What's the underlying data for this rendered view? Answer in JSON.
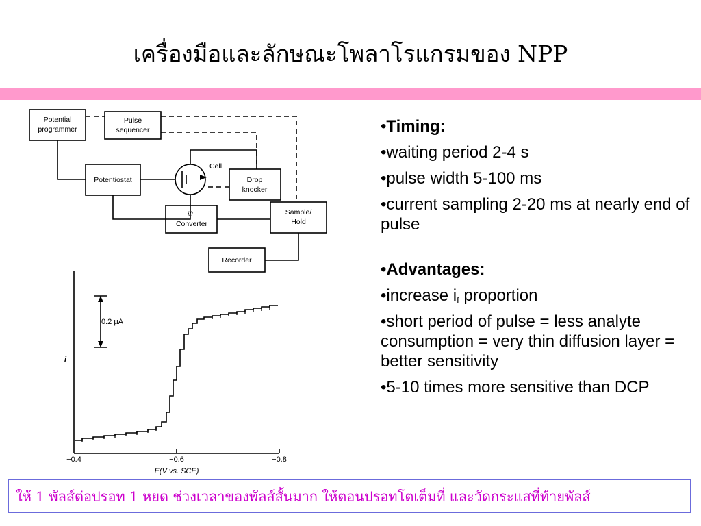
{
  "title": "เครื่องมือและลักษณะโพลาโรแกรมของ NPP",
  "diagram": {
    "potential_programmer": [
      "Potential",
      "programmer"
    ],
    "pulse_sequencer": [
      "Pulse",
      "sequencer"
    ],
    "potentiostat": "Potentiostat",
    "cell": "Cell",
    "drop_knocker": [
      "Drop",
      "knocker"
    ],
    "ie_converter": [
      "i/E",
      "Converter"
    ],
    "sample_hold": [
      "Sample/",
      "Hold"
    ],
    "recorder": "Recorder"
  },
  "polarogram": {
    "scale_label": "0.2 μA",
    "y_axis_label": "i",
    "x_ticks": [
      "−0.4",
      "−0.6",
      "−0.8"
    ],
    "x_axis_label": "E(V vs. SCE)"
  },
  "bullets": {
    "timing_heading": "Timing:",
    "timing_1": "waiting period 2-4 s",
    "timing_2": "pulse width 5-100 ms",
    "timing_3": "current sampling 2-20 ms at nearly end of pulse",
    "advantages_heading": "Advantages:",
    "adv_1_pre": "increase i",
    "adv_1_sub": "f",
    "adv_1_post": " proportion",
    "adv_2": "short period of pulse = less analyte consumption = very thin diffusion layer = better sensitivity",
    "adv_3": "5-10 times more sensitive than DCP"
  },
  "footer": "ให้ 1 พัลส์ต่อปรอท 1 หยด ช่วงเวลาของพัลส์สั้นมาก ให้ตอนปรอทโตเต็มที่ และวัดกระแสที่ท้ายพัลส์",
  "colors": {
    "accent_bar": "#ff99cc",
    "footer_text": "#cc00cc",
    "footer_border": "#6b6bdc"
  }
}
